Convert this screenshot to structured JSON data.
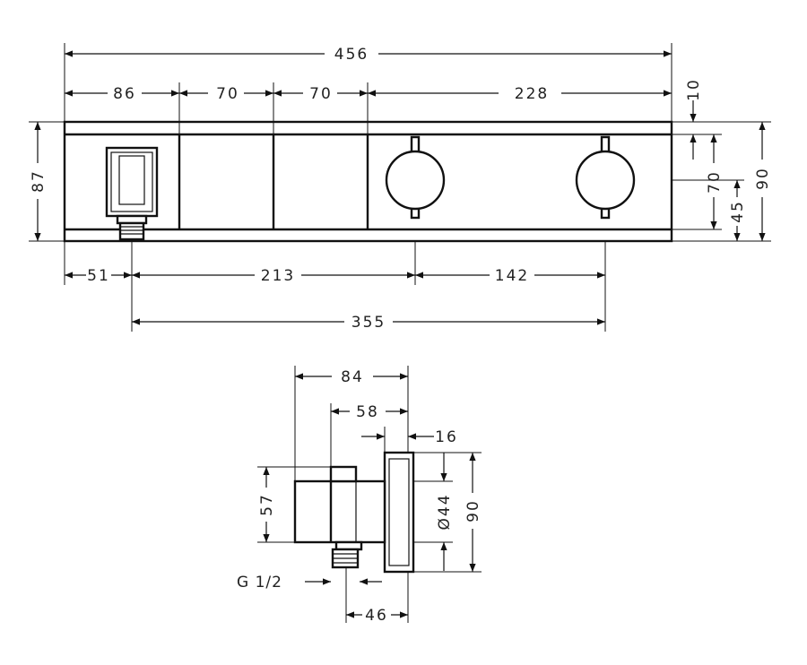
{
  "front_view": {
    "dims": {
      "overall_width": "456",
      "seg_86": "86",
      "seg_70a": "70",
      "seg_70b": "70",
      "seg_228": "228",
      "top_10": "10",
      "height_87": "87",
      "right_70": "70",
      "right_45": "45",
      "right_90": "90",
      "bottom_51": "51",
      "bottom_213": "213",
      "bottom_142": "142",
      "bottom_355": "355"
    }
  },
  "side_view": {
    "dims": {
      "depth_84": "84",
      "depth_58": "58",
      "plate_16": "16",
      "height_57": "57",
      "dia_44": "Ø44",
      "height_90": "90",
      "thread": "G 1/2",
      "depth_46": "46"
    }
  }
}
